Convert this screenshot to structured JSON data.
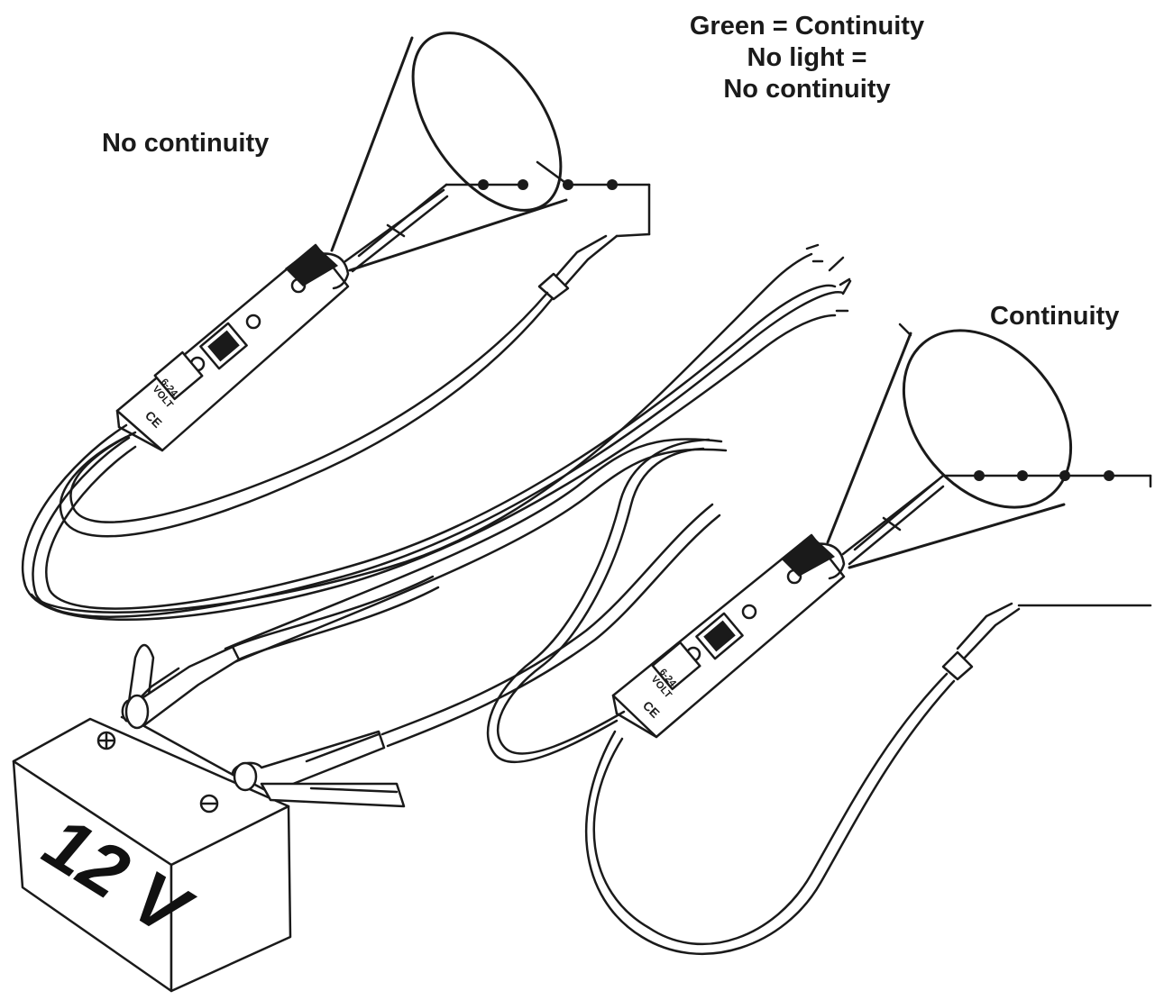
{
  "legend": {
    "line1": "Green = Continuity",
    "line2": "No light =",
    "line3": "No continuity"
  },
  "labels": {
    "no_continuity": "No continuity",
    "continuity": "Continuity"
  },
  "battery": {
    "label": "12 V"
  },
  "tester": {
    "mark_line1": "6-24",
    "mark_line2": "VOLT",
    "ce_mark": "CE"
  },
  "colors": {
    "line": "#1a1a1a",
    "background": "#ffffff"
  }
}
